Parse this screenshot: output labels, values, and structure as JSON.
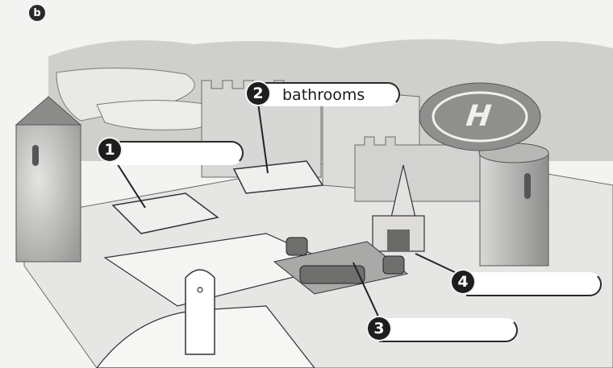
{
  "section_letter": "b",
  "callouts": [
    {
      "number": "1",
      "answer": ""
    },
    {
      "number": "2",
      "answer": "bathrooms"
    },
    {
      "number": "3",
      "answer": ""
    },
    {
      "number": "4",
      "answer": ""
    }
  ],
  "helipad_letter": "H"
}
